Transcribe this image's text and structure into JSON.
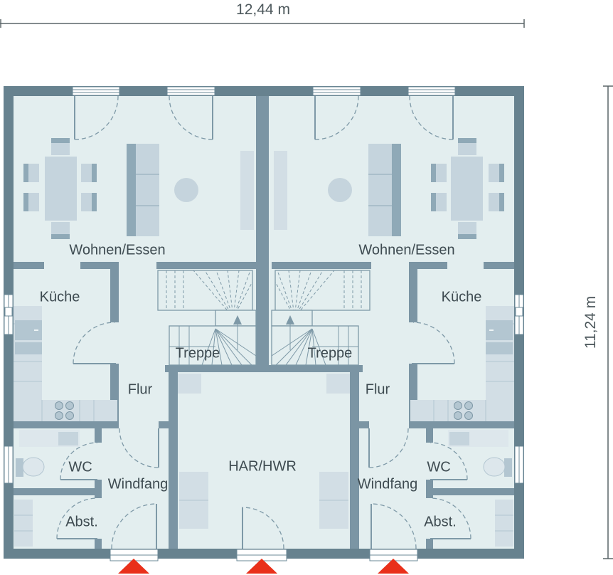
{
  "dimensions": {
    "width": "12,44 m",
    "height": "11,24 m"
  },
  "labels": {
    "left": {
      "living": "Wohnen/Essen",
      "kitchen": "Küche",
      "stairs": "Treppe",
      "hall": "Flur",
      "wc": "WC",
      "vestibule": "Windfang",
      "storage": "Abst."
    },
    "right": {
      "living": "Wohnen/Essen",
      "kitchen": "Küche",
      "stairs": "Treppe",
      "hall": "Flur",
      "wc": "WC",
      "vestibule": "Windfang",
      "storage": "Abst."
    },
    "shared": {
      "utility": "HAR/HWR"
    }
  },
  "colors": {
    "wall_exterior": "#67828f",
    "wall_interior": "#7b95a4",
    "floor": "#e3eeef",
    "furniture": "#c5d4dd",
    "furniture_accent": "#8fa9b7",
    "counter": "#d2dee5",
    "appliance": "#b3c6d1",
    "fixture": "#dde7ec",
    "stair_line": "#7e99a7",
    "door_line": "#7e99a7",
    "window_frame": "#6b8897",
    "label_text": "#3e4b51",
    "dimension_text": "#4d585c",
    "dimension_line": "#5a6569",
    "entrance_marker": "#e9301a"
  }
}
